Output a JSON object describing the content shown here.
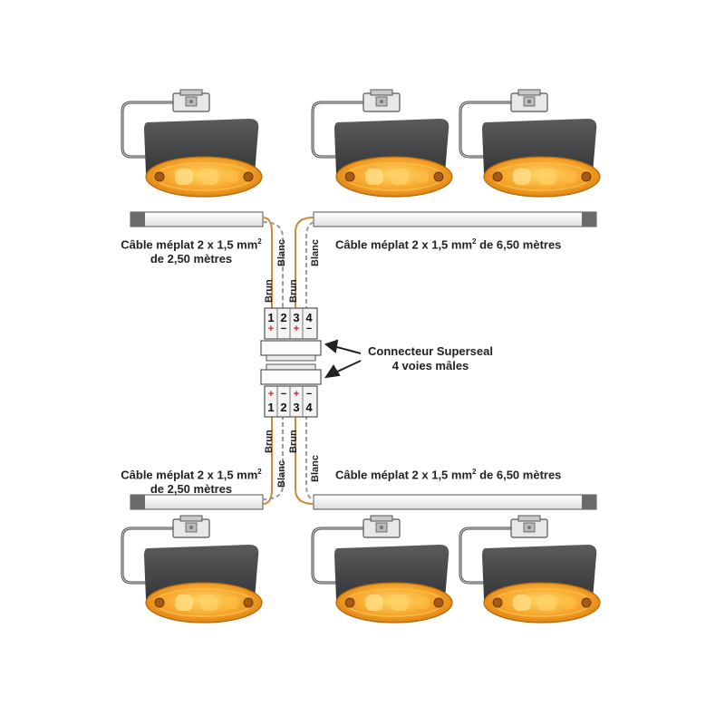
{
  "cables": {
    "top_left": {
      "line1_a": "Câble méplat 2 x 1,5 mm",
      "line1_sup": "2",
      "line2": "de 2,50 mètres"
    },
    "top_right": {
      "line1_a": "Câble méplat 2 x 1,5 mm",
      "line1_sup": "2",
      "line1_b": " de 6,50 mètres"
    },
    "bottom_left": {
      "line1_a": "Câble méplat 2 x 1,5 mm",
      "line1_sup": "2",
      "line2": "de 2,50 mètres"
    },
    "bottom_right": {
      "line1_a": "Câble méplat 2 x 1,5 mm",
      "line1_sup": "2",
      "line1_b": " de 6,50 mètres"
    }
  },
  "wires": {
    "brown": "Brun",
    "white": "Blanc"
  },
  "connector": {
    "line1": "Connecteur Superseal",
    "line2": "4 voies mâles"
  },
  "pins": [
    "1",
    "2",
    "3",
    "4"
  ],
  "pin_signs": [
    "+",
    "−",
    "+",
    "−"
  ],
  "colors": {
    "lamp_amber": "#f39a1b",
    "lamp_housing": "#3f4042",
    "cable_grey": "#6b6b6b",
    "brown_wire": "#c98a3a",
    "white_wire": "#9a9a9a",
    "arrow": "#222222"
  }
}
